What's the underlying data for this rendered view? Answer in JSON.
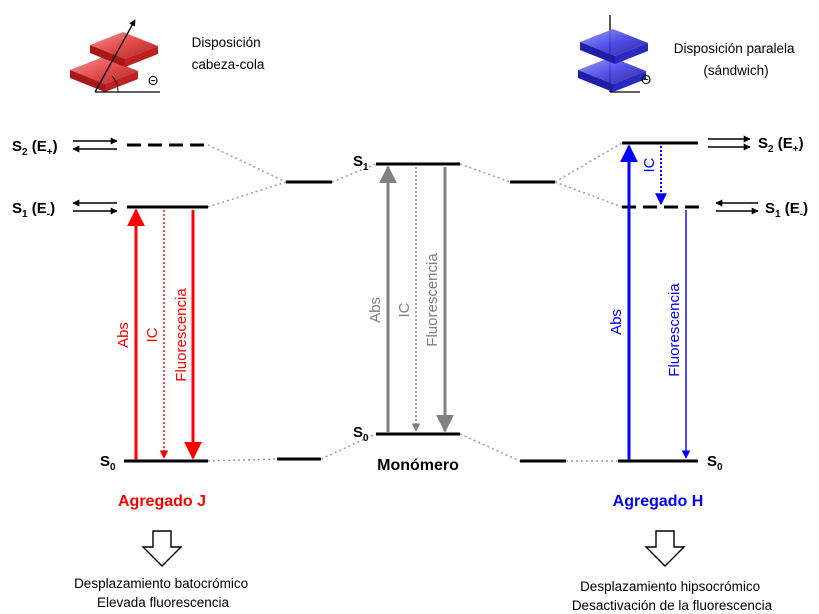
{
  "j_panel": {
    "arrangement": "Disposición\ncabeza-cola",
    "angle_symbol": "Θ",
    "levels": {
      "s2": {
        "base": "S",
        "sub": "2",
        "paren_open": " (E",
        "paren_sub": "+",
        "paren_close": ")"
      },
      "s1": {
        "base": "S",
        "sub": "1",
        "paren_open": " (E",
        "paren_sub": "-",
        "paren_close": ")"
      },
      "s0": {
        "base": "S",
        "sub": "0"
      }
    },
    "transitions": {
      "abs": "Abs",
      "ic": "IC",
      "fluor": "Fluorescencia"
    },
    "title": "Agregado J",
    "result": "Desplazamiento batocrómico\nElevada fluorescencia",
    "color": "#ff0000"
  },
  "monomer": {
    "levels": {
      "s1": {
        "base": "S",
        "sub": "1"
      },
      "s0": {
        "base": "S",
        "sub": "0"
      }
    },
    "transitions": {
      "abs": "Abs",
      "ic": "IC",
      "fluor": "Fluorescencia"
    },
    "title": "Monómero",
    "color": "#808080"
  },
  "h_panel": {
    "arrangement": "Disposición paralela\n(sándwich)",
    "angle_symbol": "Θ",
    "levels": {
      "s2": {
        "base": "S",
        "sub": "2",
        "paren_open": " (E",
        "paren_sub": "+",
        "paren_close": ")"
      },
      "s1": {
        "base": "S",
        "sub": "1",
        "paren_open": " (E",
        "paren_sub": "-",
        "paren_close": ")"
      },
      "s0": {
        "base": "S",
        "sub": "0"
      }
    },
    "transitions": {
      "abs": "Abs",
      "ic": "IC",
      "fluor": "Fluorescencia"
    },
    "title": "Agregado H",
    "result": "Desplazamiento hipsocrómico\nDesactivación de la fluorescencia",
    "color": "#0000ff"
  }
}
